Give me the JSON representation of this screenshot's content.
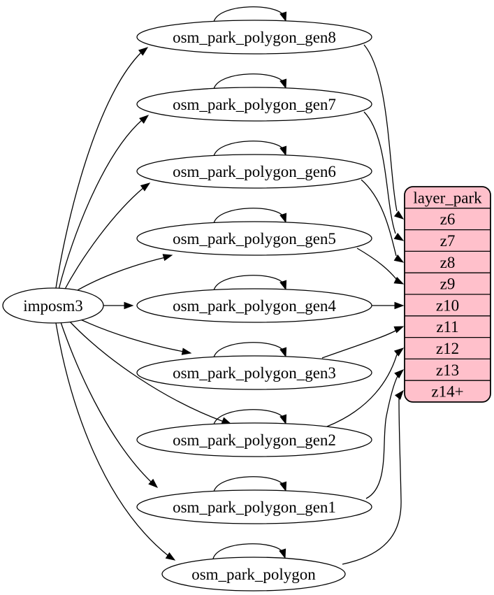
{
  "diagram": {
    "source_node": {
      "id": "imposm3",
      "label": "imposm3"
    },
    "table_nodes": [
      {
        "id": "osm_park_polygon_gen8",
        "label": "osm_park_polygon_gen8",
        "self_loop": true,
        "maps_to": "z6"
      },
      {
        "id": "osm_park_polygon_gen7",
        "label": "osm_park_polygon_gen7",
        "self_loop": true,
        "maps_to": "z7"
      },
      {
        "id": "osm_park_polygon_gen6",
        "label": "osm_park_polygon_gen6",
        "self_loop": true,
        "maps_to": "z8"
      },
      {
        "id": "osm_park_polygon_gen5",
        "label": "osm_park_polygon_gen5",
        "self_loop": true,
        "maps_to": "z9"
      },
      {
        "id": "osm_park_polygon_gen4",
        "label": "osm_park_polygon_gen4",
        "self_loop": true,
        "maps_to": "z10"
      },
      {
        "id": "osm_park_polygon_gen3",
        "label": "osm_park_polygon_gen3",
        "self_loop": true,
        "maps_to": "z11"
      },
      {
        "id": "osm_park_polygon_gen2",
        "label": "osm_park_polygon_gen2",
        "self_loop": true,
        "maps_to": "z12"
      },
      {
        "id": "osm_park_polygon_gen1",
        "label": "osm_park_polygon_gen1",
        "self_loop": true,
        "maps_to": "z13"
      },
      {
        "id": "osm_park_polygon",
        "label": "osm_park_polygon",
        "self_loop": true,
        "maps_to": "z14+"
      }
    ],
    "layer_node": {
      "id": "layer_park",
      "header": "layer_park",
      "rows": [
        "z6",
        "z7",
        "z8",
        "z9",
        "z10",
        "z11",
        "z12",
        "z13",
        "z14+"
      ]
    },
    "colors": {
      "background": "#ffffff",
      "node_fill": "#ffffff",
      "layer_fill": "#ffc0cb",
      "stroke": "#000000",
      "text": "#000000"
    }
  }
}
